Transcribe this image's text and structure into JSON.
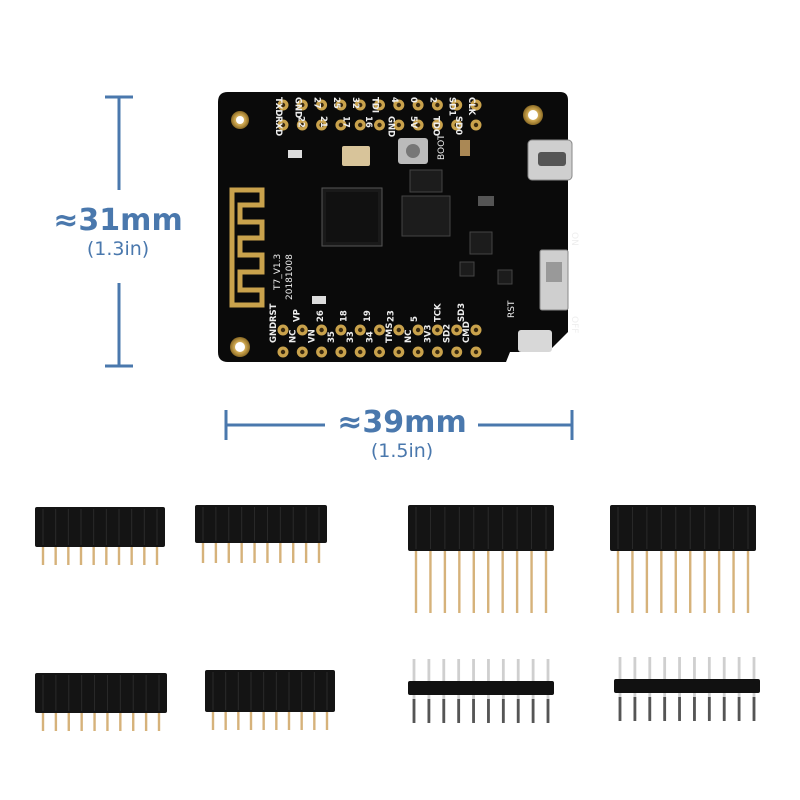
{
  "dimensions": {
    "height_mm": "≈31mm",
    "height_in": "(1.3in)",
    "width_mm": "≈39mm",
    "width_in": "(1.5in)"
  },
  "board": {
    "top_row_upper": [
      "TXD",
      "GND",
      "27",
      "25",
      "32",
      "TDI",
      "4",
      "0",
      "2",
      "SD1",
      "CLK"
    ],
    "top_row_lower": [
      "RXD",
      "22",
      "21",
      "17",
      "16",
      "GND",
      "5V",
      "TDO",
      "SD0"
    ],
    "bottom_row_upper": [
      "RST",
      "VP",
      "26",
      "18",
      "19",
      "23",
      "5",
      "TCK",
      "SD3"
    ],
    "bottom_row_lower": [
      "GND",
      "NC",
      "VN",
      "35",
      "33",
      "34",
      "TMS",
      "NC",
      "3V3",
      "SD2",
      "CMD"
    ],
    "version_label": "T7_V1.3",
    "date_label": "20181008",
    "boot_label": "BOOT",
    "on_label": "ON",
    "rst_label": "RST",
    "off_label": "OFF"
  },
  "headers": [
    {
      "name": "female-header-10pin-short-a",
      "pins": 10
    },
    {
      "name": "female-header-10pin-short-b",
      "pins": 10
    },
    {
      "name": "female-header-10pin-long-a",
      "pins": 10
    },
    {
      "name": "female-header-10pin-long-b",
      "pins": 10
    },
    {
      "name": "female-header-10pin-short-c",
      "pins": 10
    },
    {
      "name": "female-header-10pin-short-d",
      "pins": 10
    },
    {
      "name": "male-header-10pin-a",
      "pins": 10
    },
    {
      "name": "male-header-10pin-b",
      "pins": 10
    }
  ]
}
